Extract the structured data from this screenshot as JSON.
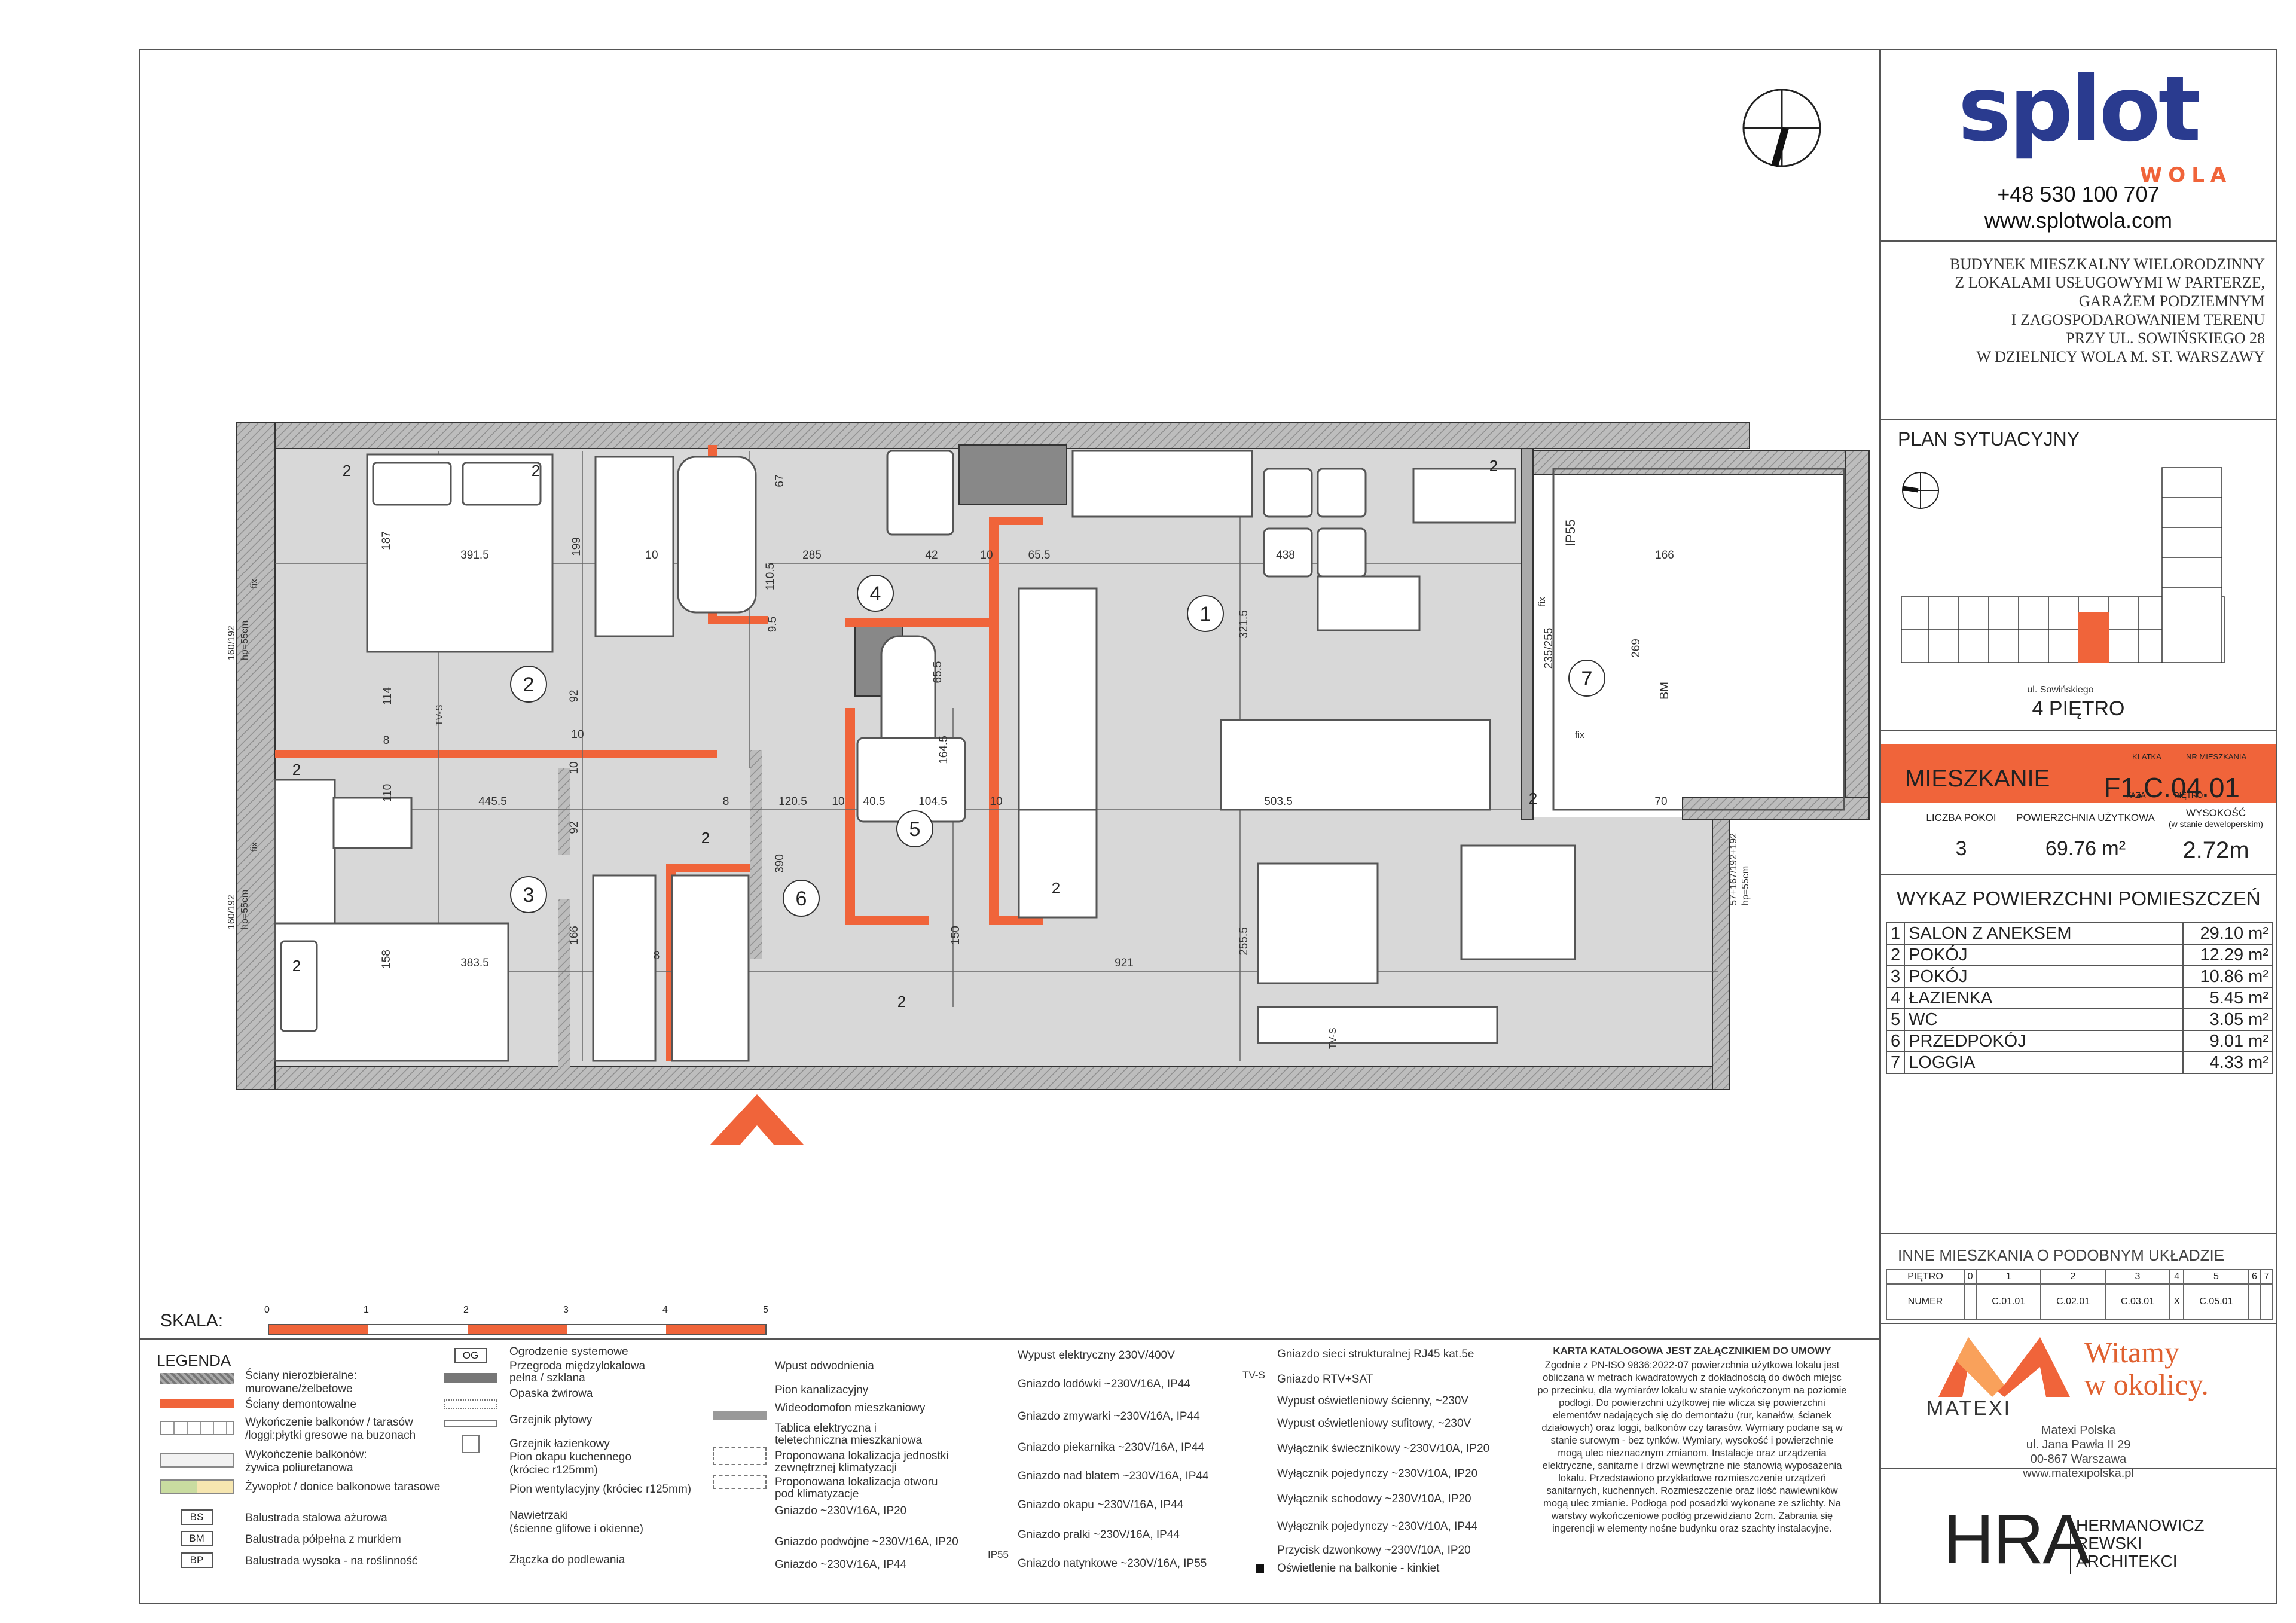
{
  "brand": {
    "name": "splot",
    "sub": "WOLA",
    "phone": "+48 530 100 707",
    "website": "www.splotwola.com"
  },
  "building": {
    "lines": [
      "BUDYNEK MIESZKALNY WIELORODZINNY",
      "Z LOKALAMI USŁUGOWYMI W PARTERZE,",
      "GARAŻEM PODZIEMNYM",
      "I ZAGOSPODAROWANIEM TERENU",
      "PRZY UL. SOWIŃSKIEGO 28",
      "W DZIELNICY WOLA M. ST. WARSZAWY"
    ]
  },
  "site_plan": {
    "title": "PLAN SYTUACYJNY",
    "street": "ul. Sowińskiego"
  },
  "floor": "4 PIĘTRO",
  "apartment": {
    "label": "MIESZKANIE",
    "code": "F1.C.04.01",
    "klatka": "KLATKA",
    "nr": "NR MIESZKANIA",
    "faza": "FAZA",
    "pietro": "PIĘTRO",
    "accent_color": "#f0643a"
  },
  "stats": {
    "rooms_label": "LICZBA POKOI",
    "rooms": "3",
    "area_label": "POWIERZCHNIA UŻYTKOWA",
    "area": "69.76 m²",
    "height_label": "WYSOKOŚĆ",
    "height_note": "(w stanie deweloperskim)",
    "height": "2.72m"
  },
  "room_list": {
    "title": "WYKAZ POWIERZCHNI POMIESZCZEŃ",
    "rows": [
      {
        "no": "1",
        "name": "SALON Z ANEKSEM",
        "area": "29.10 m²"
      },
      {
        "no": "2",
        "name": "POKÓJ",
        "area": "12.29 m²"
      },
      {
        "no": "3",
        "name": "POKÓJ",
        "area": "10.86 m²"
      },
      {
        "no": "4",
        "name": "ŁAZIENKA",
        "area": "5.45 m²"
      },
      {
        "no": "5",
        "name": "WC",
        "area": "3.05 m²"
      },
      {
        "no": "6",
        "name": "PRZEDPOKÓJ",
        "area": "9.01 m²"
      },
      {
        "no": "7",
        "name": "LOGGIA",
        "area": "4.33 m²"
      }
    ]
  },
  "similar": {
    "title": "INNE MIESZKANIA O PODOBNYM UKŁADZIE",
    "floor_label": "PIĘTRO",
    "number_label": "NUMER",
    "floors": [
      "0",
      "1",
      "2",
      "3",
      "4",
      "5",
      "6",
      "7"
    ],
    "numbers": [
      "",
      "C.01.01",
      "C.02.01",
      "C.03.01",
      "X",
      "C.05.01",
      "",
      ""
    ]
  },
  "matexi": {
    "name": "MATEXI",
    "slogan1": "Witamy",
    "slogan2": "w okolicy.",
    "address": [
      "Matexi Polska",
      "ul. Jana Pawła II 29",
      "00-867 Warszawa",
      "www.matexipolska.pl"
    ]
  },
  "hra": {
    "logo": "HRA",
    "line1": "HERMANOWICZ",
    "line2": "REWSKI",
    "line3": "ARCHITEKCI"
  },
  "plan": {
    "room_numbers": [
      "1",
      "2",
      "3",
      "4",
      "5",
      "6",
      "7"
    ],
    "dims": [
      "391.5",
      "187",
      "199",
      "10",
      "285",
      "110.5",
      "42",
      "10",
      "65.5",
      "438",
      "321.5",
      "166",
      "269",
      "9.5",
      "65.5",
      "114",
      "92",
      "8",
      "10",
      "10",
      "445.5",
      "110",
      "92",
      "8",
      "120.5",
      "10",
      "40.5",
      "104.5",
      "10",
      "503.5",
      "164.5",
      "390",
      "255.5",
      "383.5",
      "158",
      "166",
      "8",
      "150",
      "921",
      "70",
      "235/255",
      "67"
    ],
    "tags": [
      "fix",
      "160/192",
      "hp=55cm",
      "fix",
      "160/192",
      "hp=55cm",
      "IP55",
      "BM",
      "fix",
      "fix",
      "57+167/192+192",
      "hp=55cm",
      "TV-S",
      "TV-S"
    ],
    "socket_digits": [
      "2",
      "2",
      "2",
      "2",
      "2",
      "2",
      "2",
      "2",
      "2"
    ]
  },
  "scale": {
    "label": "SKALA:",
    "ticks": [
      "0",
      "1",
      "2",
      "3",
      "4",
      "5"
    ]
  },
  "legend": {
    "title": "LEGENDA",
    "col1": [
      "Ściany nierozbieralne:",
      "murowane/żelbetowe",
      "Ściany demontowalne",
      "Wykończenie balkonów / tarasów",
      "/loggi:płytki gresowe na buzonach",
      "Wykończenie balkonów:",
      "żywica poliuretanowa",
      "Żywopłot / donice balkonowe tarasowe",
      "Balustrada stalowa ażurowa",
      "Balustrada półpełna z murkiem",
      "Balustrada wysoka - na roślinność"
    ],
    "col1_badges": [
      "BS",
      "BM",
      "BP"
    ],
    "col2": [
      "Ogrodzenie systemowe",
      "Przegroda międzylokalowa",
      "pełna / szklana",
      "Opaska żwirowa",
      "Grzejnik płytowy",
      "Grzejnik łazienkowy",
      "Pion okapu kuchennego",
      "(króciec r125mm)",
      "Pion wentylacyjny (króciec r125mm)",
      "Nawietrzaki",
      "(ścienne glifowe i okienne)",
      "Złączka do podlewania"
    ],
    "col2_badge": "OG",
    "col3": [
      "Wpust odwodnienia",
      "Pion kanalizacyjny",
      "Wideodomofon mieszkaniowy",
      "Tablica elektryczna i",
      "teletechniczna mieszkaniowa",
      "Proponowana lokalizacja jednostki",
      "zewnętrznej klimatyzacji",
      "Proponowana lokalizacja otworu",
      "pod klimatyzacje",
      "Gniazdo ~230V/16A, IP20",
      "Gniazdo podwójne ~230V/16A, IP20",
      "Gniazdo ~230V/16A, IP44"
    ],
    "col4": [
      "Wypust elektryczny 230V/400V",
      "Gniazdo lodówki ~230V/16A, IP44",
      "Gniazdo zmywarki ~230V/16A, IP44",
      "Gniazdo piekarnika ~230V/16A, IP44",
      "Gniazdo nad blatem ~230V/16A, IP44",
      "Gniazdo okapu ~230V/16A, IP44",
      "Gniazdo pralki ~230V/16A, IP44",
      "Gniazdo natynkowe ~230V/16A, IP55"
    ],
    "col4_tag": "IP55",
    "col5": [
      "Gniazdo sieci strukturalnej RJ45 kat.5e",
      "Gniazdo RTV+SAT",
      "Wypust oświetleniowy ścienny, ~230V",
      "Wypust oświetleniowy sufitowy, ~230V",
      "Wyłącznik świecznikowy ~230V/10A, IP20",
      "Wyłącznik pojedynczy ~230V/10A, IP20",
      "Wyłącznik schodowy ~230V/10A, IP20",
      "Wyłącznik pojedynczy ~230V/10A, IP44",
      "Przycisk dzwonkowy ~230V/10A, IP20",
      "Oświetlenie na balkonie - kinkiet"
    ],
    "col5_tag": "TV-S",
    "note_title": "KARTA KATALOGOWA JEST ZAŁĄCZNIKIEM DO UMOWY",
    "note_lines": [
      "Zgodnie z PN-ISO 9836:2022-07 powierzchnia użytkowa lokalu jest",
      "obliczana w metrach kwadratowych z dokładnością do dwóch miejsc",
      "po przecinku, dla wymiarów lokalu w stanie wykończonym na poziomie",
      "podłogi. Do powierzchni użytkowej nie wlicza się powierzchni",
      "elementów nadających się do demontażu (rur, kanałów, ścianek",
      "działowych) oraz loggi, balkonów czy tarasów. Wymiary podane są w",
      "stanie surowym - bez tynków. Wymiary, wysokość i powierzchnie",
      "mogą ulec nieznacznym zmianom. Instalacje oraz urządzenia",
      "elektryczne, sanitarne i drzwi wewnętrzne nie stanowią wyposażenia",
      "lokalu. Przedstawiono przykładowe rozmieszczenie urządzeń",
      "sanitarnych, kuchennych. Rozmieszczenie oraz ilość nawiewników",
      "mogą ulec zmianie. Podłoga pod posadzki wykonane ze szlichty. Na",
      "warstwy wykończeniowe podłóg przewidziano 2cm. Zabrania się",
      "ingerencji w elementy nośne budynku oraz szachty instalacyjne."
    ]
  }
}
